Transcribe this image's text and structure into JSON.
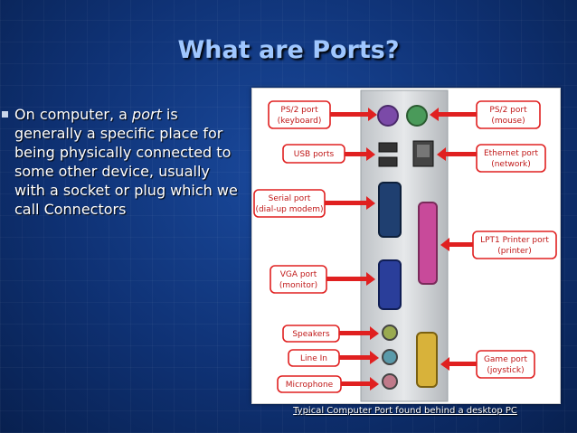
{
  "slide": {
    "title": "What are Ports?",
    "bullet": {
      "before": "On computer, a ",
      "emphasis": "port",
      "after": " is generally a specific place for being physically connected to some other device, usually with a socket or plug which we call Connectors"
    },
    "caption": "Typical Computer Port found behind a desktop PC"
  },
  "figure": {
    "labels": {
      "ps2_keyboard": [
        "PS/2 port",
        "(keyboard)"
      ],
      "usb": [
        "USB ports"
      ],
      "serial": [
        "Serial port",
        "(dial-up modem)"
      ],
      "vga": [
        "VGA port",
        "(monitor)"
      ],
      "speakers": [
        "Speakers"
      ],
      "line_in": [
        "Line In"
      ],
      "microphone": [
        "Microphone"
      ],
      "ps2_mouse": [
        "PS/2 port",
        "(mouse)"
      ],
      "ethernet": [
        "Ethernet port",
        "(network)"
      ],
      "lpt1": [
        "LPT1 Printer port",
        "(printer)"
      ],
      "game": [
        "Game port",
        "(joystick)"
      ]
    }
  },
  "colors": {
    "title": "#9fc7ff",
    "label_border": "#e02020",
    "label_text": "#c01818",
    "background": "#0f3275"
  }
}
